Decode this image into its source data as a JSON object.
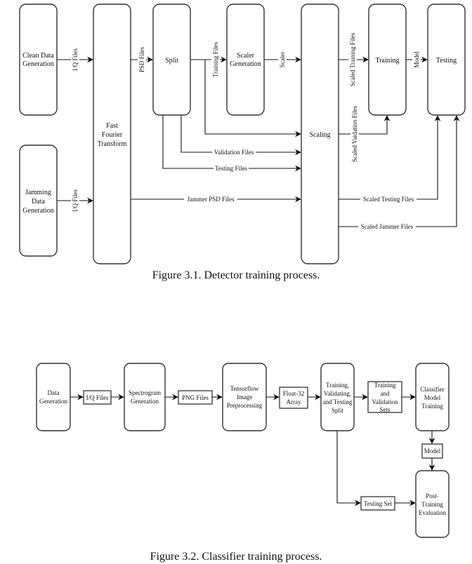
{
  "figure1": {
    "caption": "Figure 3.1. Detector training process.",
    "nodes": {
      "clean": [
        "Clean Data",
        "Generation"
      ],
      "jamming": [
        "Jamming",
        "Data",
        "Generation"
      ],
      "fft": [
        "Fast",
        "Fourier",
        "Transform"
      ],
      "split": [
        "Split"
      ],
      "scaler_gen": [
        "Scaler",
        "Generation"
      ],
      "scaling": [
        "Scaling"
      ],
      "training": [
        "Training"
      ],
      "testing": [
        "Testing"
      ]
    },
    "edges": {
      "clean_iq": "I/Q Files",
      "jam_iq": "I/Q Files",
      "psd": "PSD Files",
      "training_files": "Training Files",
      "scaler": "Scaler",
      "validation_files": "Validation Files",
      "testing_files": "Testing Files",
      "jammer_psd": "Jammer PSD Files",
      "scaled_training": "Scaled Training Files",
      "scaled_validation": "Scaled Vaidation Files",
      "model": "Model",
      "scaled_testing": "Scaled Testing Files",
      "scaled_jammer": "Scaled Jammer Files"
    }
  },
  "figure2": {
    "caption": "Figure 3.2. Classifier training process.",
    "nodes": {
      "data_gen": [
        "Data",
        "Generation"
      ],
      "spectrogram": [
        "Spectrogram",
        "Generation"
      ],
      "tf_pre": [
        "Tensorflow",
        "Image",
        "Preprocessing"
      ],
      "split": [
        "Training,",
        "Validating,",
        "and Testing",
        "Split"
      ],
      "classifier": [
        "Classifier",
        "Model",
        "Training"
      ],
      "post": [
        "Post-",
        "Training",
        "Evaluation"
      ]
    },
    "artifacts": {
      "iq": [
        "I/Q Files"
      ],
      "png": [
        "PNG Files"
      ],
      "float": [
        "Float-32",
        "Array"
      ],
      "trainval": [
        "Training",
        "and",
        "Validation",
        "Sets"
      ],
      "model": [
        "Model"
      ],
      "testset": [
        "Testing Set"
      ]
    }
  }
}
